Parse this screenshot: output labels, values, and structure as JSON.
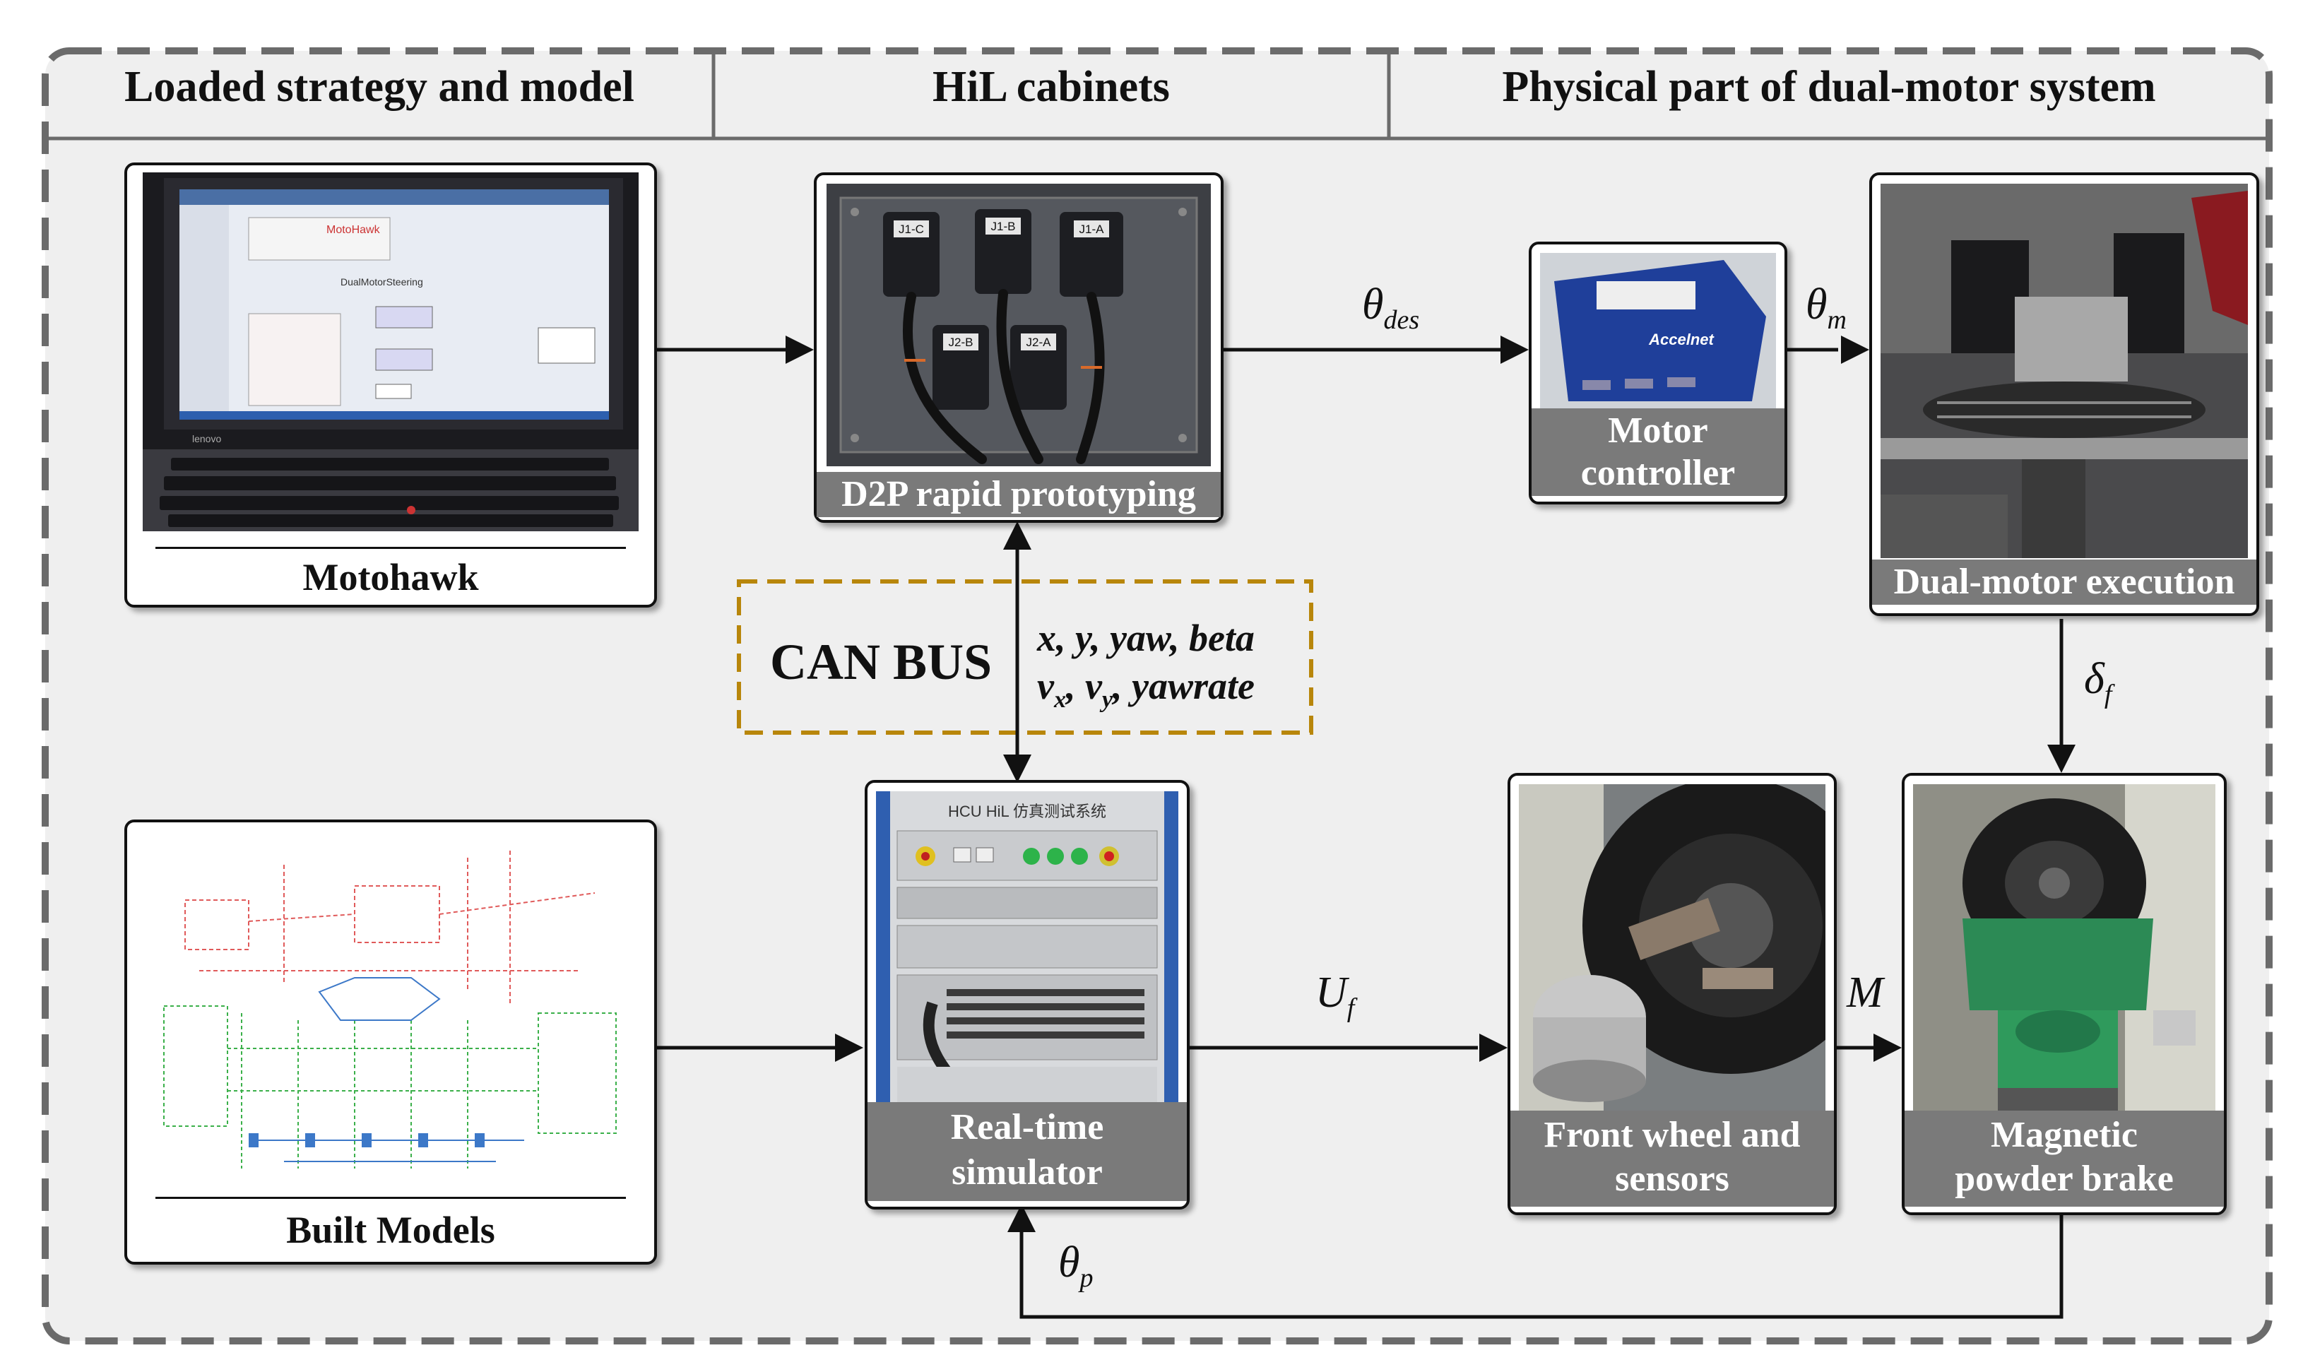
{
  "headers": {
    "left": "Loaded strategy and model",
    "middle": "HiL cabinets",
    "right": "Physical part of dual-motor system"
  },
  "blocks": {
    "motohawk": {
      "label": "Motohawk"
    },
    "built_models": {
      "label": "Built Models"
    },
    "d2p": {
      "label": "D2P rapid prototyping"
    },
    "realtime": {
      "label_line1": "Real-time",
      "label_line2": "simulator"
    },
    "motor_controller": {
      "label_line1": "Motor",
      "label_line2": "controller"
    },
    "dual_motor": {
      "label": "Dual-motor execution"
    },
    "front_wheel": {
      "label_line1": "Front wheel and",
      "label_line2": "sensors"
    },
    "brake": {
      "label_line1": "Magnetic",
      "label_line2": "powder brake"
    }
  },
  "can_bus": {
    "label": "CAN BUS",
    "signals_line1": "x, y, yaw, beta",
    "signals_line2_v": "v",
    "signals_line2_sub_x": "x",
    "signals_line2_sep": ", ",
    "signals_line2_sub_y": "y",
    "signals_line2_tail": ", yawrate"
  },
  "signals": {
    "theta_des": {
      "main": "θ",
      "sub": "des"
    },
    "theta_m": {
      "main": "θ",
      "sub": "m"
    },
    "delta_f": {
      "main": "δ",
      "sub": "f"
    },
    "u_f": {
      "main": "U",
      "sub": "f"
    },
    "m": {
      "main": "M"
    },
    "theta_p": {
      "main": "θ",
      "sub": "p"
    }
  },
  "photo_text": {
    "j1c": "J1-C",
    "j1b": "J1-B",
    "j1a": "J1-A",
    "j2b": "J2-B",
    "j2a": "J2-A",
    "accelnet": "Accelnet",
    "cabinet": "HCU HiL 仿真测试系统",
    "laptop_brand": "lenovo",
    "laptop_logo": "MotoHawk",
    "laptop_model": "DualMotorSteering"
  },
  "colors": {
    "frame_dash": "#6b6b6b",
    "panel_bg": "#efefef",
    "caption_bg": "#7a7a7a",
    "can_dash": "#b8860b",
    "arrow": "#111111"
  }
}
